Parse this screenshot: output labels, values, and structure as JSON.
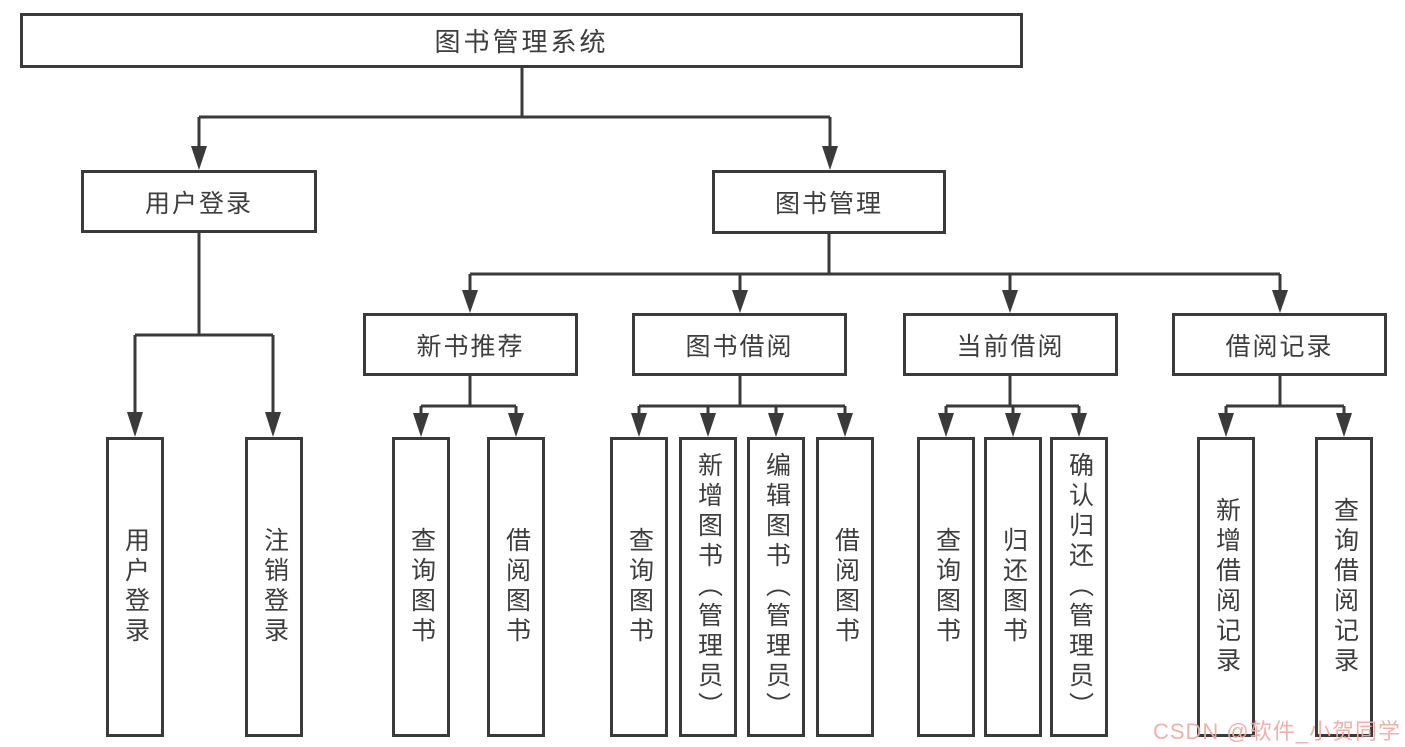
{
  "diagram": {
    "root": {
      "label": "图书管理系统",
      "children": [
        {
          "label": "用户登录",
          "children": [
            {
              "label": "用户登录"
            },
            {
              "label": "注销登录"
            }
          ]
        },
        {
          "label": "图书管理",
          "children": [
            {
              "label": "新书推荐",
              "children": [
                {
                  "label": "查询图书"
                },
                {
                  "label": "借阅图书"
                }
              ]
            },
            {
              "label": "图书借阅",
              "children": [
                {
                  "label": "查询图书"
                },
                {
                  "label": "新增图书（管理员）"
                },
                {
                  "label": "编辑图书（管理员）"
                },
                {
                  "label": "借阅图书"
                }
              ]
            },
            {
              "label": "当前借阅",
              "children": [
                {
                  "label": "查询图书"
                },
                {
                  "label": "归还图书"
                },
                {
                  "label": "确认归还（管理员）"
                }
              ]
            },
            {
              "label": "借阅记录",
              "children": [
                {
                  "label": "新增借阅记录"
                },
                {
                  "label": "查询借阅记录"
                }
              ]
            }
          ]
        }
      ]
    }
  },
  "colors": {
    "line": "#3a3a3a",
    "text": "#3d3d3d",
    "box_background": "#ffffff",
    "watermark": "#f2aca6"
  },
  "watermark": {
    "text": "CSDN @软件_小贺同学"
  }
}
